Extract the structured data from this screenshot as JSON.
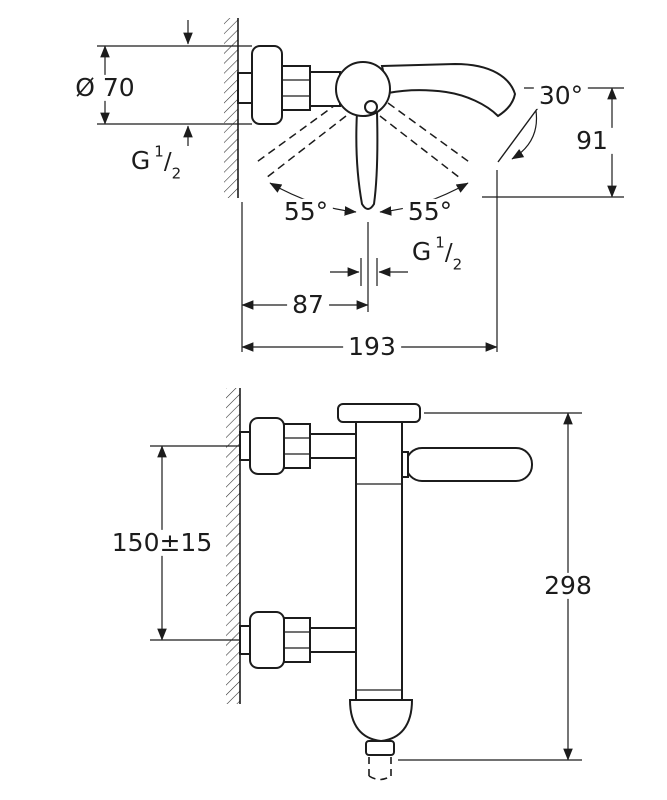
{
  "colors": {
    "line": "#1c1c1c",
    "background": "#ffffff"
  },
  "top_view": {
    "escutcheon_diameter": "Ø 70",
    "wall_thread": {
      "prefix": "G",
      "numerator": "1",
      "separator": "/",
      "denominator": "2"
    },
    "handle_swing_left": "55°",
    "handle_swing_right": "55°",
    "outlet_thread": {
      "prefix": "G",
      "numerator": "1",
      "separator": "/",
      "denominator": "2"
    },
    "wall_to_handle": "87",
    "total_projection": "193",
    "spout_swing": "30°",
    "spout_to_handle_height": "91"
  },
  "front_view": {
    "connection_spacing": "150±15",
    "overall_height": "298"
  }
}
